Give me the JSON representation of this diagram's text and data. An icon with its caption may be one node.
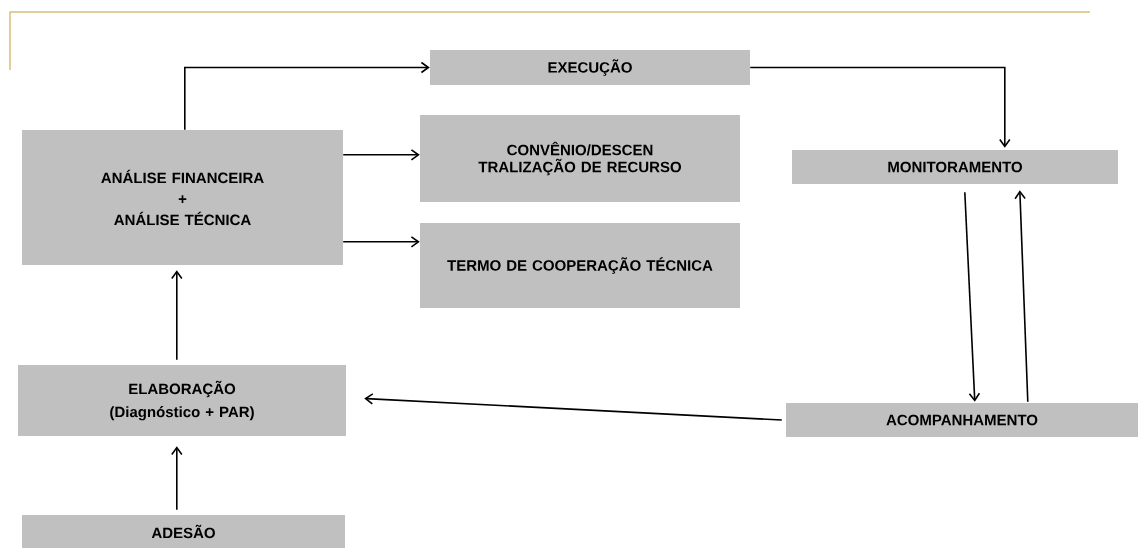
{
  "diagram": {
    "nodes": [
      {
        "text": [
          "EXECUÇÃO"
        ]
      },
      {
        "text": [
          "ANÁLISE FINANCEIRA",
          "+",
          "ANÁLISE TÉCNICA"
        ]
      },
      {
        "text": [
          "CONVÊNIO/DESCEN TRALIZAÇÃO DE RECURSO"
        ]
      },
      {
        "text": [
          "TERMO DE COOPERAÇÃO TÉCNICA"
        ]
      },
      {
        "text": [
          "MONITORAMENTO"
        ]
      },
      {
        "text": [
          "ELABORAÇÃO",
          "(Diagnóstico + PAR)"
        ]
      },
      {
        "text": [
          "ACOMPANHAMENTO"
        ]
      },
      {
        "text": [
          "ADESÃO"
        ]
      }
    ],
    "edges": [
      {
        "from": 1,
        "to": 0,
        "arrow": "to"
      },
      {
        "from": 0,
        "to": 4,
        "arrow": "to"
      },
      {
        "from": 1,
        "to": 2,
        "arrow": "to"
      },
      {
        "from": 1,
        "to": 3,
        "arrow": "to"
      },
      {
        "from": 4,
        "to": 6,
        "arrow": "to"
      },
      {
        "from": 6,
        "to": 4,
        "arrow": "to"
      },
      {
        "from": 6,
        "to": 5,
        "arrow": "to"
      },
      {
        "from": 5,
        "to": 1,
        "arrow": "to"
      },
      {
        "from": 7,
        "to": 5,
        "arrow": "to"
      }
    ]
  }
}
